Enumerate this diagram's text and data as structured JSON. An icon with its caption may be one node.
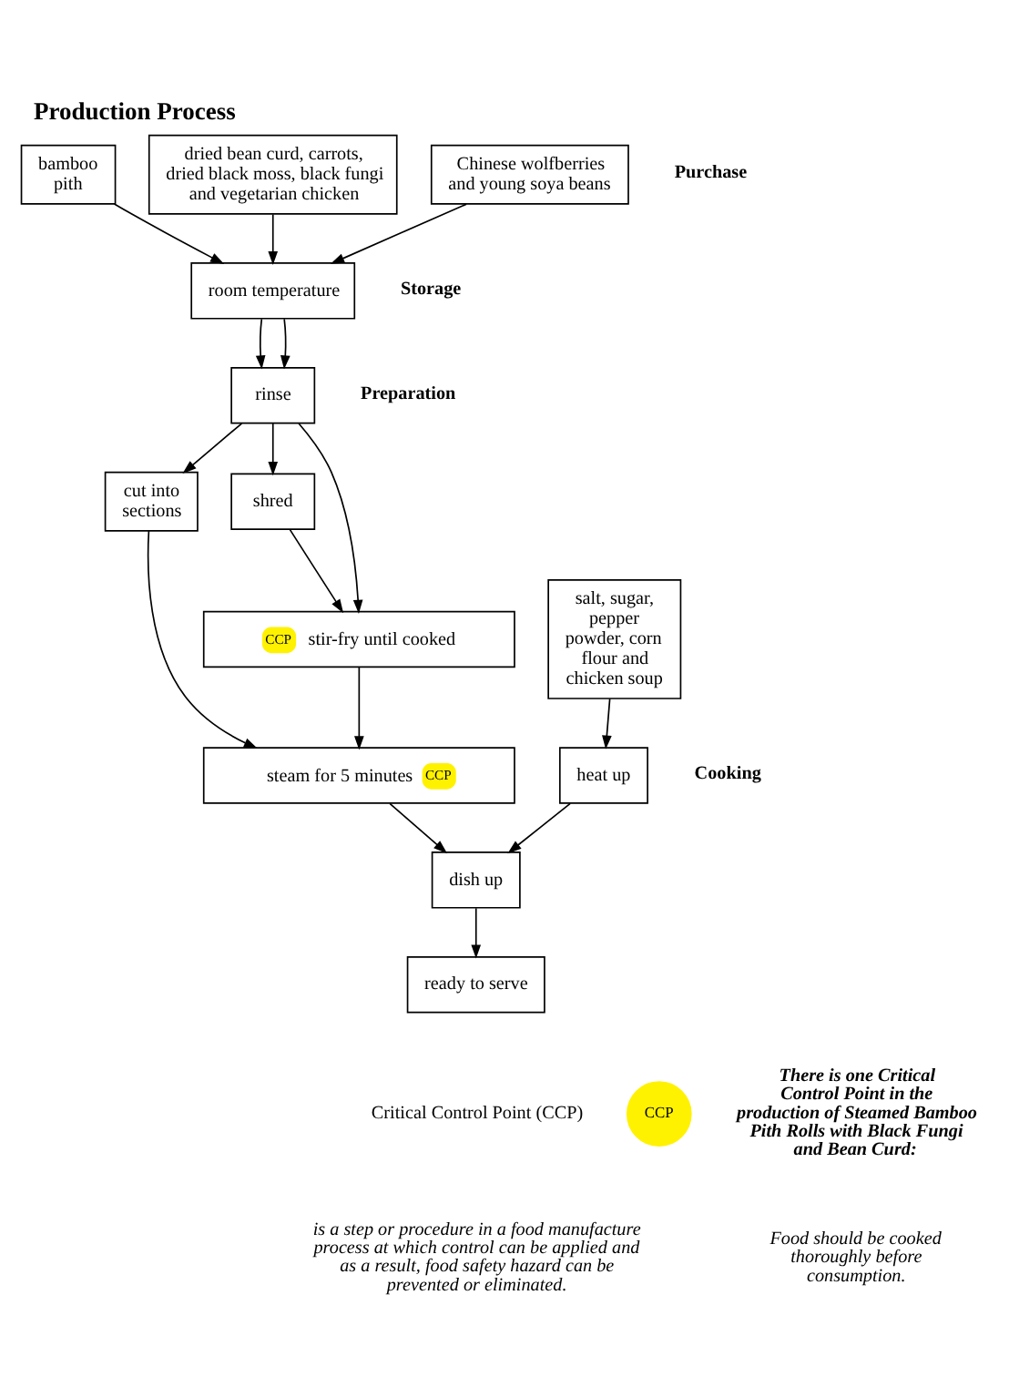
{
  "diagram": {
    "title": "Production Process",
    "nodes": [
      {
        "text": [
          "bamboo pith"
        ]
      },
      {
        "text": [
          "dried bean curd, carrots, dried black moss, black fungi and vegetarian chicken"
        ]
      },
      {
        "text": [
          "Chinese wolfberries and young soya beans"
        ]
      },
      {
        "text": [
          "salt, sugar, pepper powder, corn flour and chicken soup"
        ]
      },
      {
        "text": [
          "room temperature"
        ]
      },
      {
        "text": [
          "rinse"
        ]
      },
      {
        "text": [
          "cut into sections"
        ]
      },
      {
        "text": [
          "shred"
        ]
      },
      {
        "text": [
          "CCP",
          "stir-fry until cooked"
        ]
      },
      {
        "text": [
          "steam for 5 minutes",
          "CCP"
        ]
      },
      {
        "text": [
          "heat up"
        ]
      },
      {
        "text": [
          "dish up"
        ]
      },
      {
        "text": [
          "ready to serve"
        ]
      }
    ],
    "edges": [
      {
        "from": 0,
        "to": 4,
        "arrow": "to"
      },
      {
        "from": 1,
        "to": 4,
        "arrow": "to"
      },
      {
        "from": 2,
        "to": 4,
        "arrow": "to"
      },
      {
        "from": 3,
        "to": 10,
        "arrow": "to"
      },
      {
        "from": 4,
        "to": 5,
        "arrow": "to"
      },
      {
        "from": 4,
        "to": 5,
        "arrow": "to"
      },
      {
        "from": 5,
        "to": 6,
        "arrow": "to"
      },
      {
        "from": 5,
        "to": 7,
        "arrow": "to"
      },
      {
        "from": 5,
        "to": 8,
        "arrow": "to"
      },
      {
        "from": 7,
        "to": 8,
        "arrow": "to"
      },
      {
        "from": 6,
        "to": 9,
        "arrow": "to"
      },
      {
        "from": 8,
        "to": 9,
        "arrow": "to"
      },
      {
        "from": 9,
        "to": 11,
        "arrow": "to"
      },
      {
        "from": 10,
        "to": 11,
        "arrow": "to"
      },
      {
        "from": 11,
        "to": 12,
        "arrow": "to"
      }
    ],
    "labels": [
      "Purchase",
      "Storage",
      "Preparation",
      "Cooking",
      "Critical Control Point (CCP)",
      "is a step or procedure in a food manufacture process at which control can be applied and as a result, food safety hazard can be prevented or eliminated.",
      "CCP",
      "There is one Critical Control Point in the production of Steamed Bamboo Pith Rolls with Black Fungi and Bean Curd:",
      "Food should be cooked thoroughly before consumption."
    ]
  }
}
